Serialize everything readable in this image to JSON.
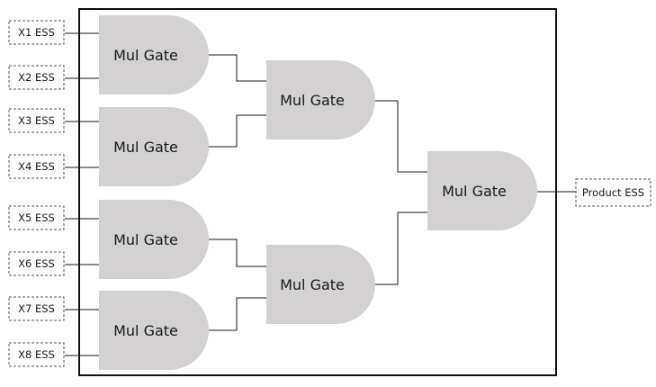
{
  "diagram": {
    "inputs": [
      "X1 ESS",
      "X2 ESS",
      "X3 ESS",
      "X4 ESS",
      "X5 ESS",
      "X6 ESS",
      "X7 ESS",
      "X8 ESS"
    ],
    "gate_label": "Mul Gate",
    "output": "Product ESS",
    "colors": {
      "gate_fill": "#d3d1d1",
      "frame": "#111111",
      "wire": "#1a1a1a",
      "io_border": "#555555"
    }
  }
}
